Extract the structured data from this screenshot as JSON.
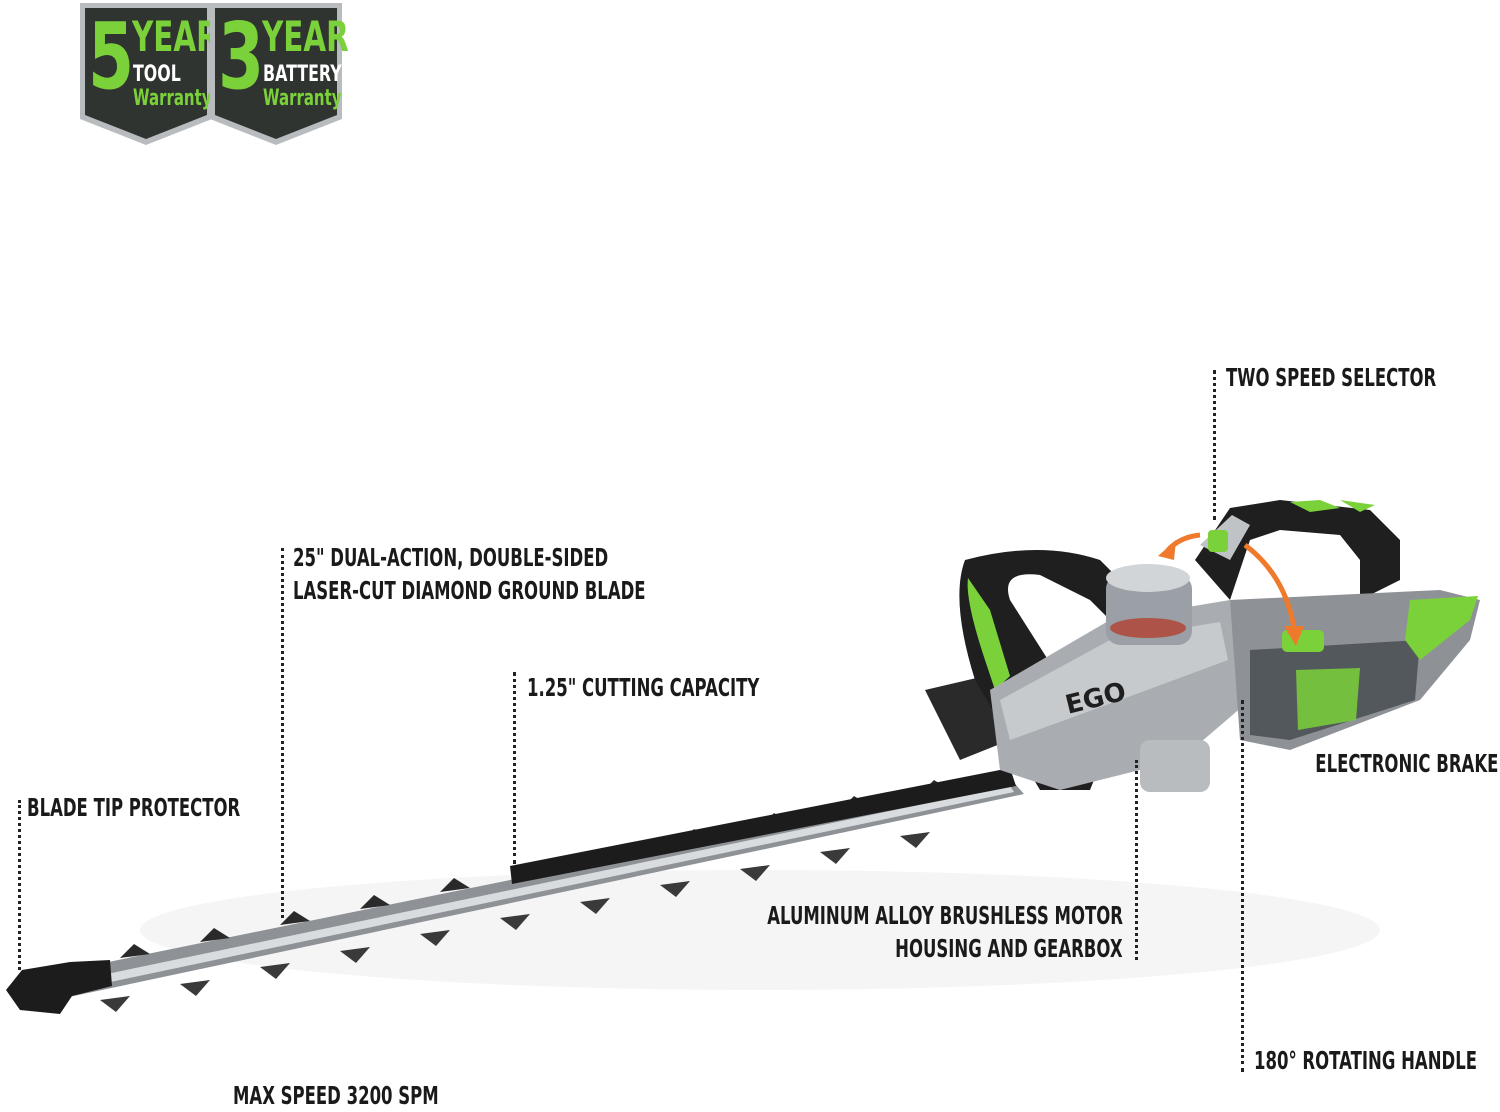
{
  "badges": [
    {
      "number": "5",
      "year": "YEAR",
      "line1": "TOOL",
      "line2": "Warranty"
    },
    {
      "number": "3",
      "year": "YEAR",
      "line1": "BATTERY",
      "line2": "Warranty"
    }
  ],
  "brand": "EGO",
  "callouts": {
    "two_speed": "TWO SPEED SELECTOR",
    "blade_line1": "25\" DUAL-ACTION, DOUBLE-SIDED",
    "blade_line2": "LASER-CUT DIAMOND GROUND BLADE",
    "capacity": "1.25\" CUTTING CAPACITY",
    "tip_protector": "BLADE TIP PROTECTOR",
    "brake": "ELECTRONIC BRAKE",
    "motor_line1": "ALUMINUM ALLOY BRUSHLESS MOTOR",
    "motor_line2": "HOUSING AND GEARBOX",
    "rotating": "180° ROTATING HANDLE",
    "max_speed": "MAX SPEED 3200 SPM"
  },
  "colors": {
    "accent_green": "#7bd13a",
    "badge_dark": "#2f3430",
    "badge_silver": "#b8bcbf",
    "arrow_orange": "#f07a2b",
    "tool_grey": "#a9adb1",
    "blade_black": "#1c1c1c"
  }
}
